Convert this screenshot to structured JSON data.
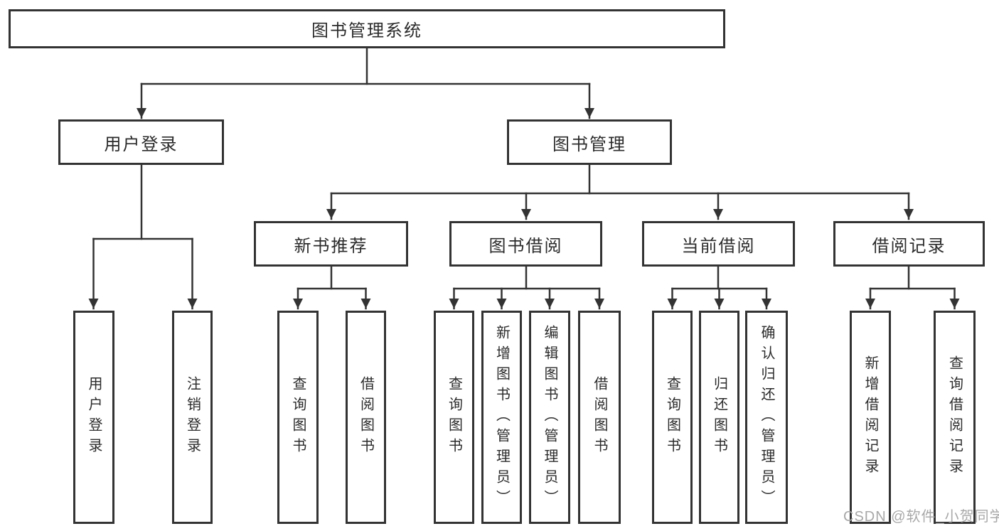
{
  "tree": {
    "label": "图书管理系统",
    "children": [
      {
        "label": "用户登录",
        "children": [
          {
            "label": "用户登录"
          },
          {
            "label": "注销登录"
          }
        ]
      },
      {
        "label": "图书管理",
        "children": [
          {
            "label": "新书推荐",
            "children": [
              {
                "label": "查询图书"
              },
              {
                "label": "借阅图书"
              }
            ]
          },
          {
            "label": "图书借阅",
            "children": [
              {
                "label": "查询图书"
              },
              {
                "label": "新增图书（管理员）"
              },
              {
                "label": "编辑图书（管理员）"
              },
              {
                "label": "借阅图书"
              }
            ]
          },
          {
            "label": "当前借阅",
            "children": [
              {
                "label": "查询图书"
              },
              {
                "label": "归还图书"
              },
              {
                "label": "确认归还（管理员）"
              }
            ]
          },
          {
            "label": "借阅记录",
            "children": [
              {
                "label": "新增借阅记录"
              },
              {
                "label": "查询借阅记录"
              }
            ]
          }
        ]
      }
    ]
  },
  "watermark": {
    "text": "CSDN @软件_小贺同学"
  },
  "colors": {
    "box_border": "#333333",
    "connector_line": "#333333",
    "text": "#2b2b2b",
    "watermark": "#a8a8a8",
    "background": "#ffffff"
  }
}
